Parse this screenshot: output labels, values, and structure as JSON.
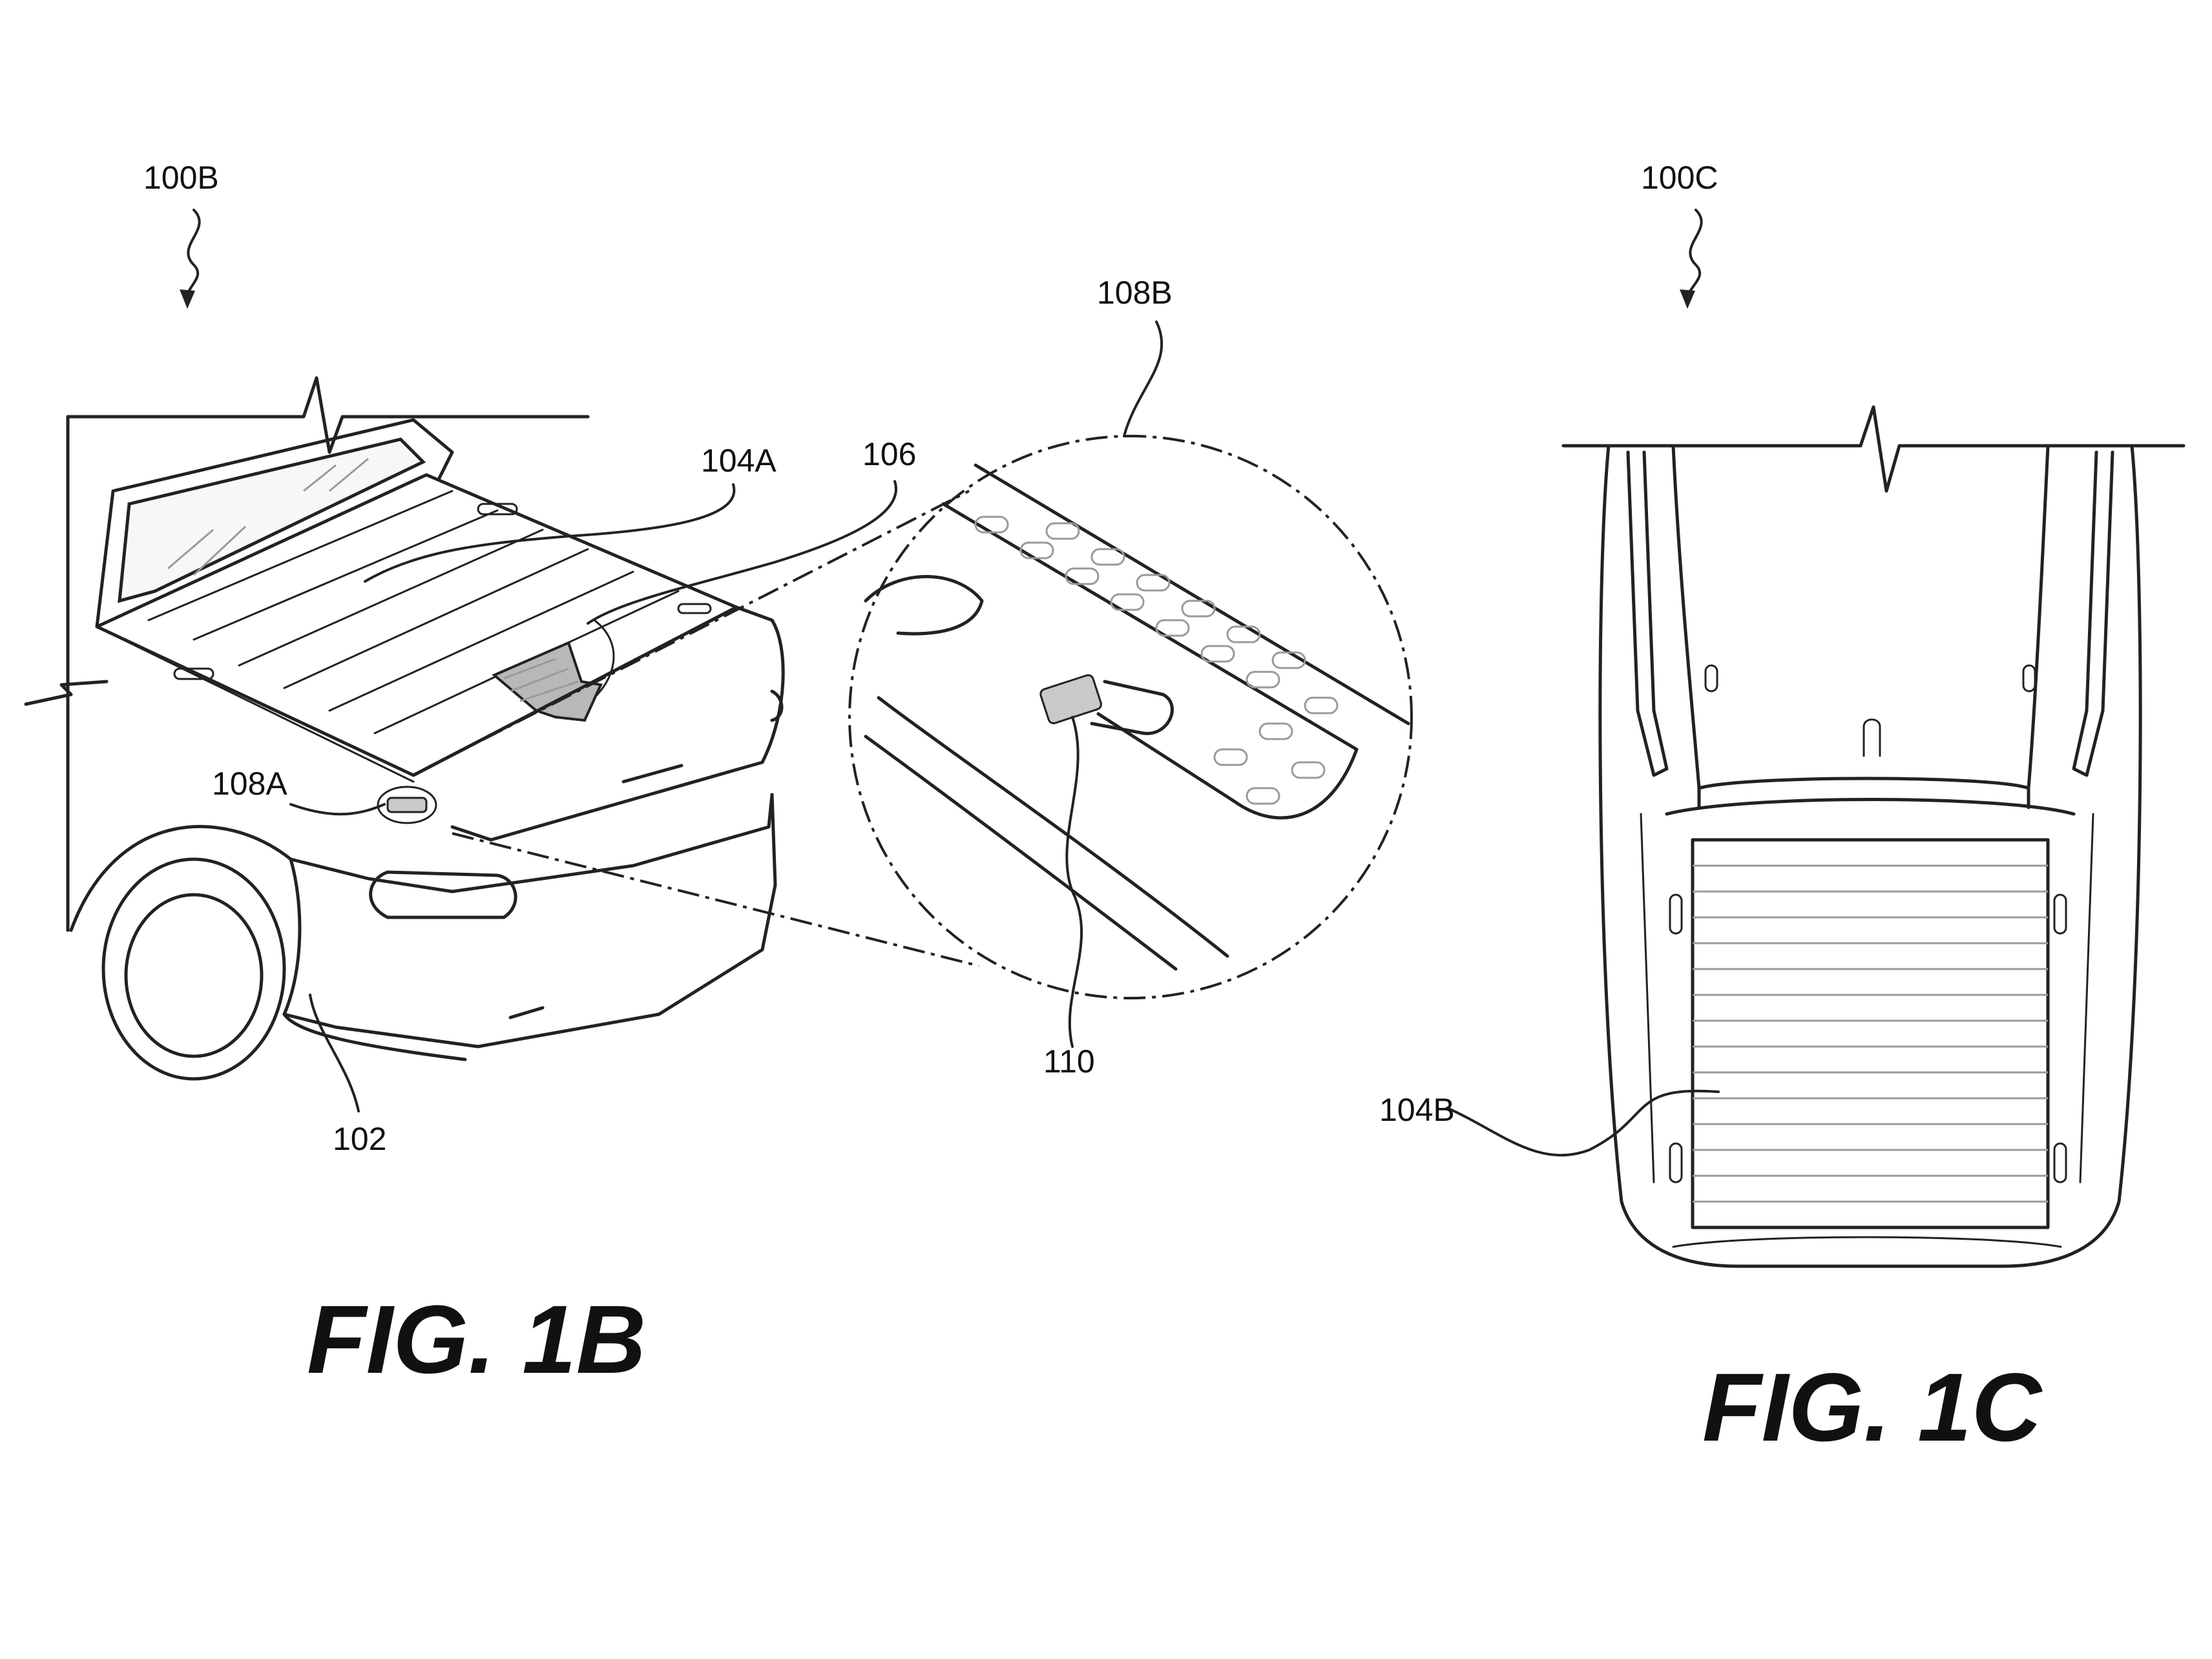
{
  "figures": {
    "fig1b": {
      "caption": "FIG. 1B"
    },
    "fig1c": {
      "caption": "FIG. 1C"
    }
  },
  "labels": {
    "ref_100b": "100B",
    "ref_100c": "100C",
    "ref_104a": "104A",
    "ref_104b": "104B",
    "ref_106": "106",
    "ref_108a": "108A",
    "ref_108b": "108B",
    "ref_110": "110",
    "ref_102": "102"
  }
}
